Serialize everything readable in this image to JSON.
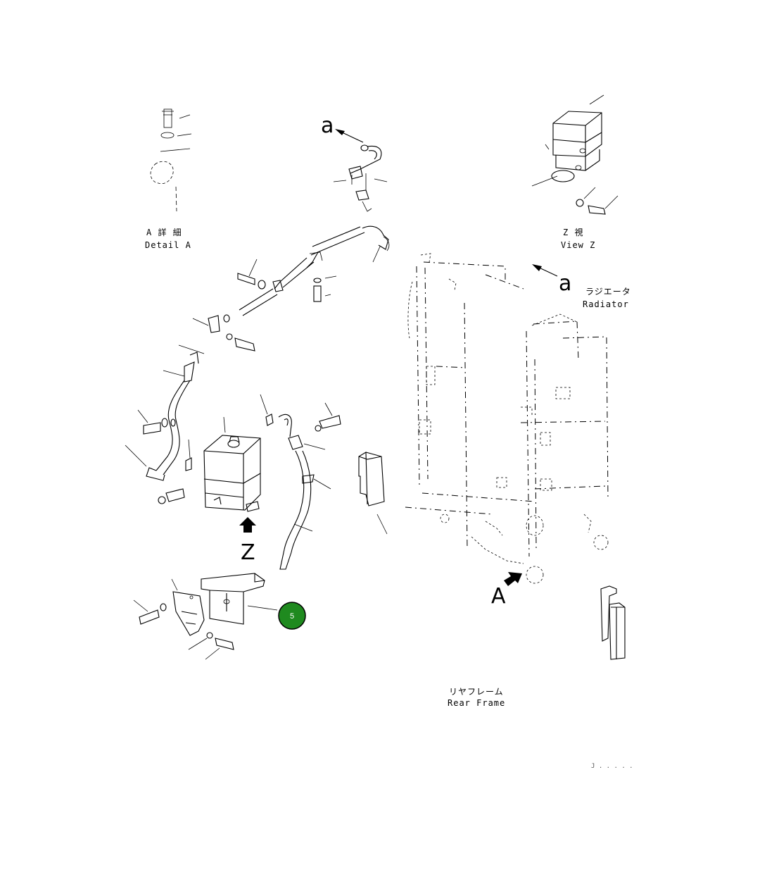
{
  "labels": {
    "detail_a_jp": "A 詳 細",
    "detail_a_en": "Detail A",
    "view_z_jp": "Z 視",
    "view_z_en": "View Z",
    "radiator_jp": "ラジエータ",
    "radiator_en": "Radiator",
    "rear_frame_jp": "リヤフレーム",
    "rear_frame_en": "Rear Frame",
    "arrow_a_top": "a",
    "arrow_a_right": "a",
    "view_z_letter": "Z",
    "detail_a_letter": "A",
    "drawing_code": "J . . . . ."
  },
  "callout": {
    "number": "5",
    "color": "#1f8a1f",
    "border_color": "#000000"
  }
}
